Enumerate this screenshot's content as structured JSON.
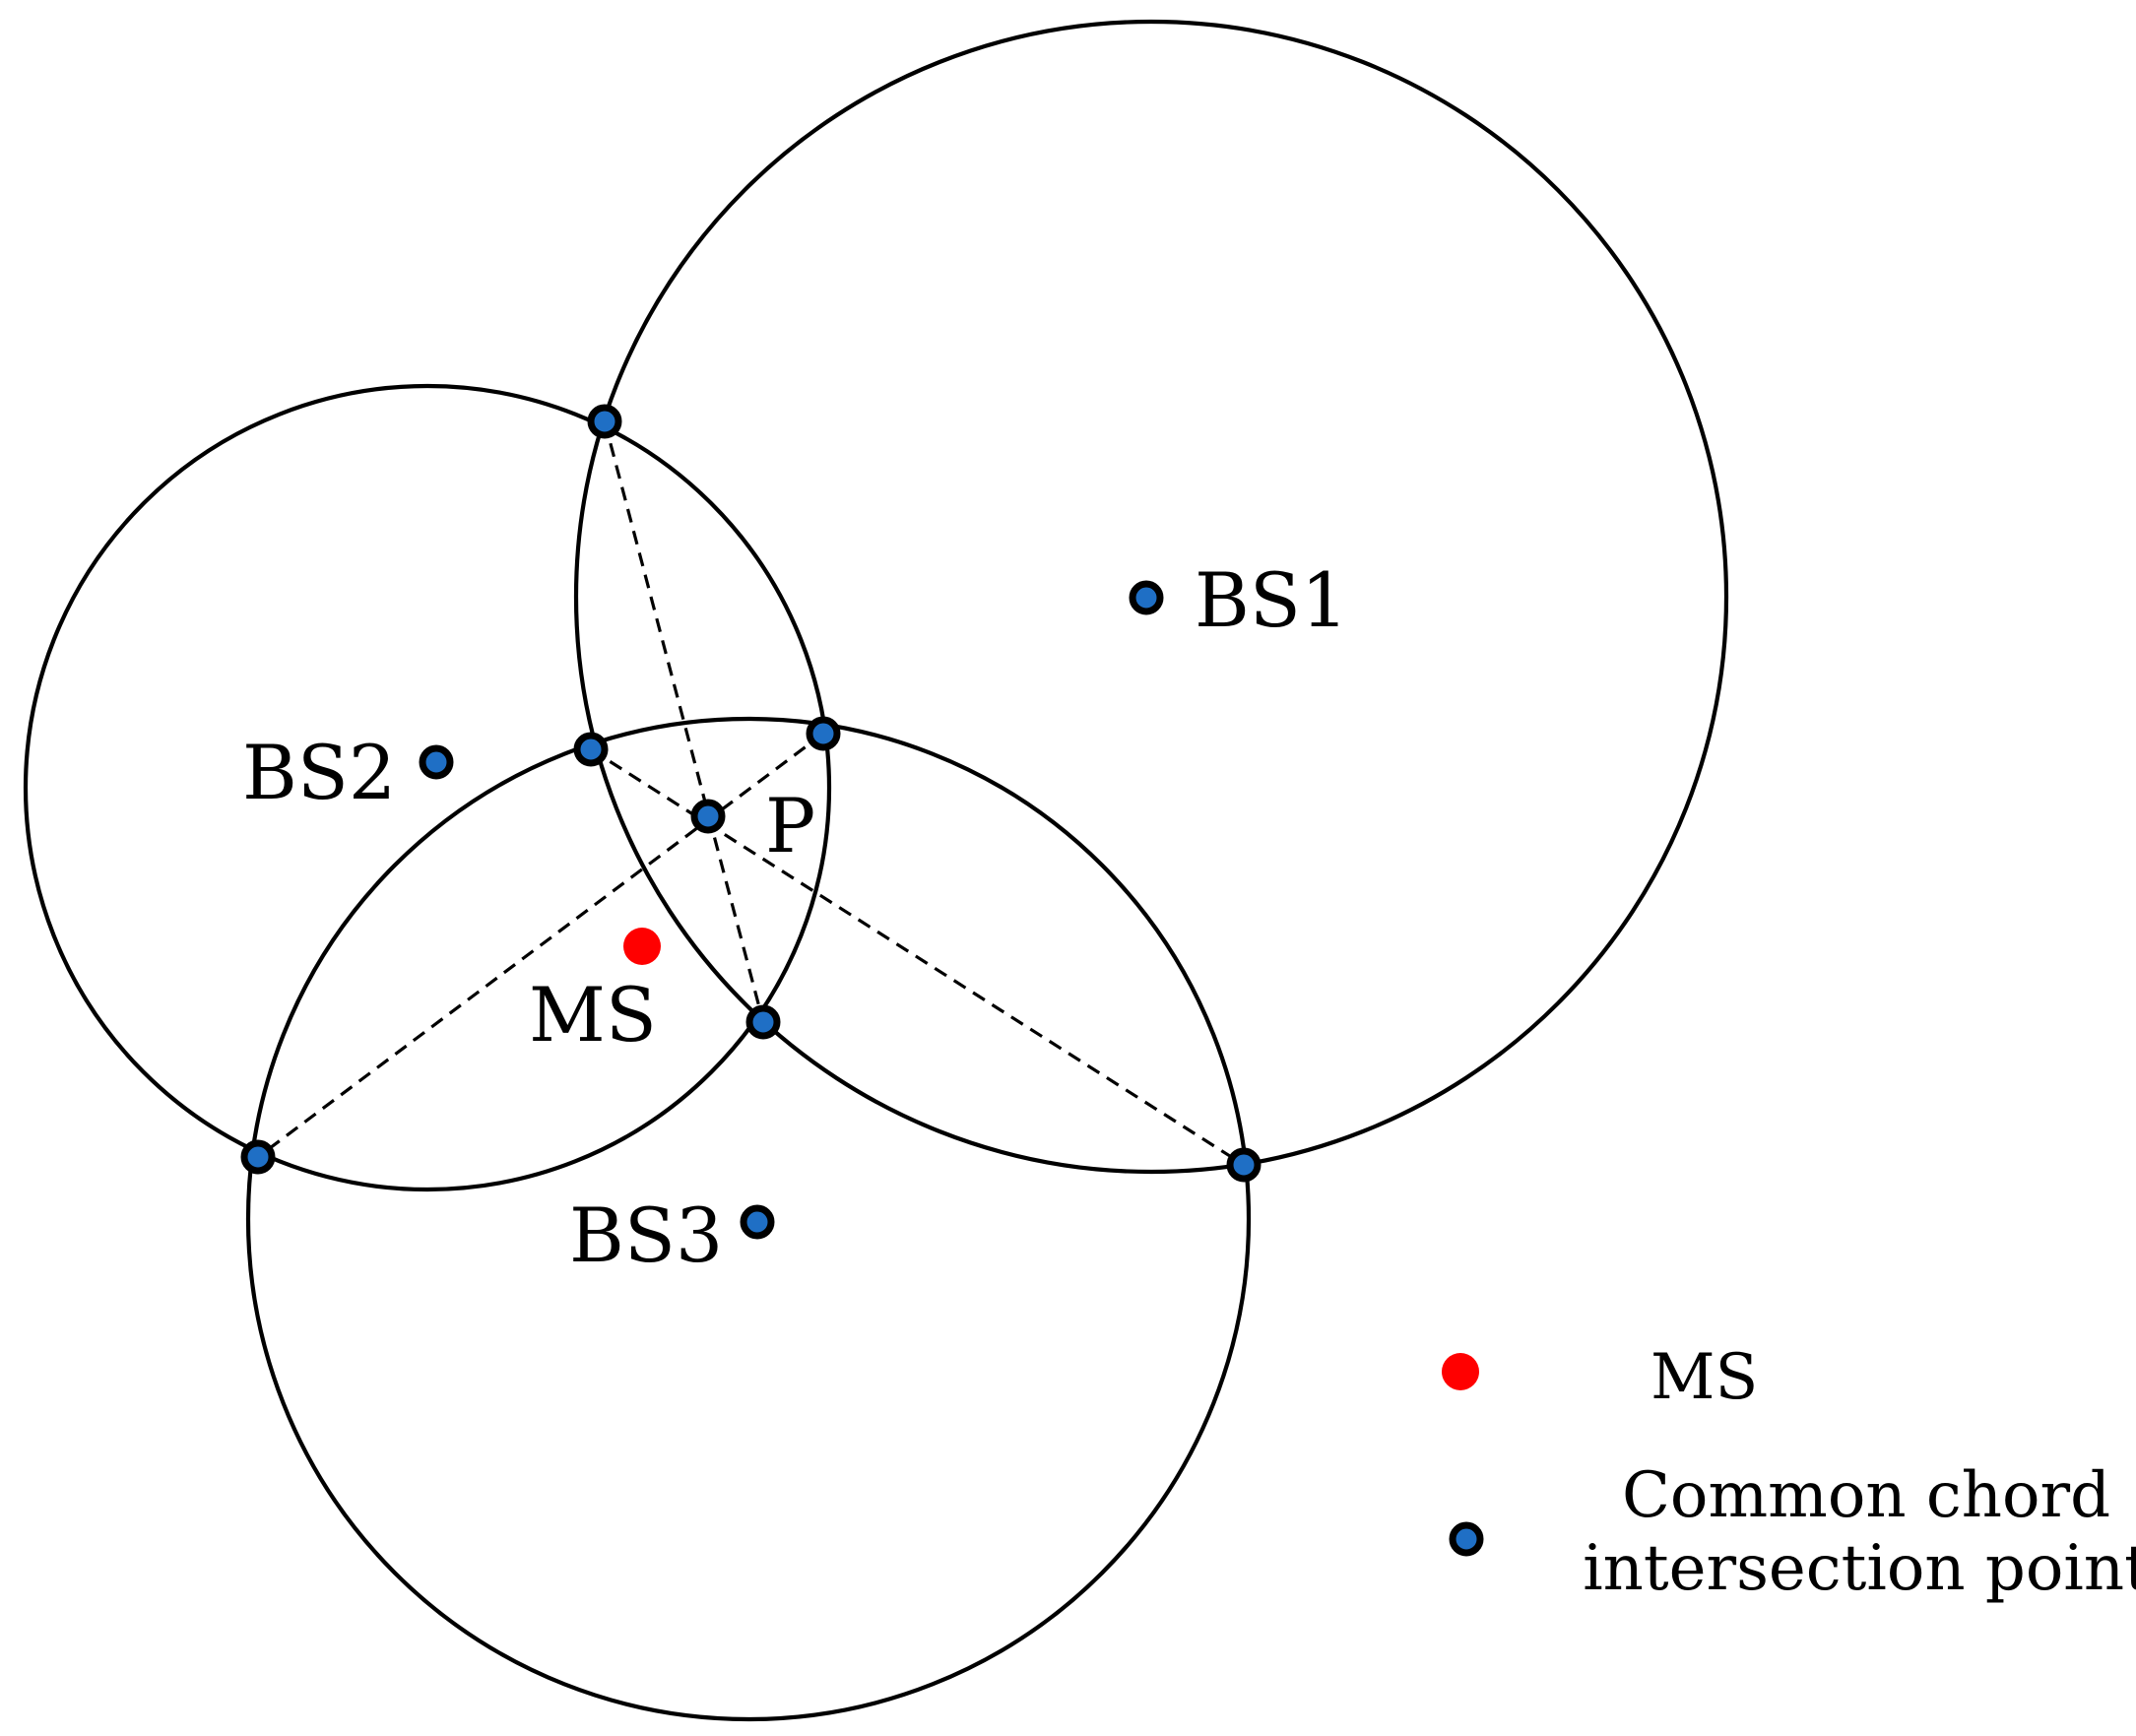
{
  "labels": {
    "bs1": "BS1",
    "bs2": "BS2",
    "bs3": "BS3",
    "p": "P",
    "ms": "MS"
  },
  "legend": {
    "ms_label": "MS",
    "intersection_label_line1": "Common chord",
    "intersection_label_line2": "intersection point"
  },
  "colors": {
    "ms_point": "#ff0000",
    "intersection_point_fill": "#1f6fc5",
    "intersection_point_stroke": "#000000",
    "circle_stroke": "#000000"
  }
}
